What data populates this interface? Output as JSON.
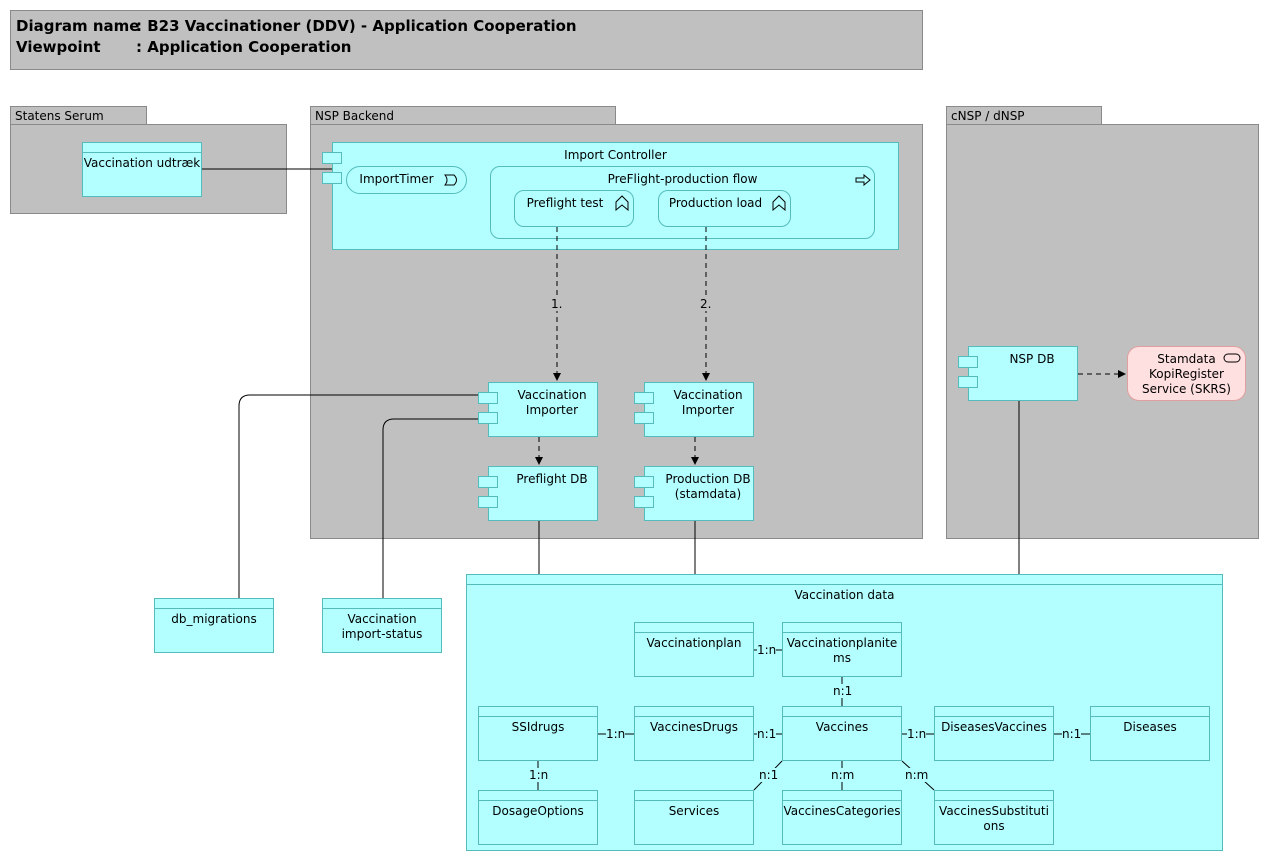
{
  "header": {
    "diagram_name_key": "Diagram name",
    "diagram_name_value": ": B23 Vaccinationer (DDV) - Application Cooperation",
    "viewpoint_key": "Viewpoint",
    "viewpoint_value": ": Application Cooperation"
  },
  "groups": {
    "ssi": "Statens Serum Institut",
    "nsp": "NSP Backend",
    "cnsp": "cNSP / dNSP"
  },
  "nodes": {
    "vaccination_udtraek": "Vaccination udtræk",
    "import_controller": "Import Controller",
    "import_timer": "ImportTimer",
    "preflight_flow": "PreFlight-production flow",
    "preflight_test": "Preflight test",
    "production_load": "Production load",
    "importer1": "Vaccination Importer",
    "importer2": "Vaccination Importer",
    "preflight_db": "Preflight DB",
    "production_db": "Production DB (stamdata)",
    "nsp_db": "NSP DB",
    "skrs": "Stamdata KopiRegister Service (SKRS)",
    "db_migrations": "db_migrations",
    "import_status": "Vaccination import-status",
    "vaccination_data": "Vaccination data",
    "vaccinationplan": "Vaccinationplan",
    "vaccinationplanitems": "Vaccinationplanitems",
    "ssidrugs": "SSIdrugs",
    "vaccinesdrugs": "VaccinesDrugs",
    "vaccines": "Vaccines",
    "diseasesvaccines": "DiseasesVaccines",
    "diseases": "Diseases",
    "dosageoptions": "DosageOptions",
    "services": "Services",
    "vaccinescategories": "VaccinesCategories",
    "vaccinessubstitutions": "VaccinesSubstitutions"
  },
  "labels": {
    "step1": "1.",
    "step2": "2.",
    "plan_items": "1:n",
    "items_vaccines": "n:1",
    "ssi_vd": "1:n",
    "vd_vaccines": "n:1",
    "vaccines_dv": "1:n",
    "dv_diseases": "n:1",
    "ssi_dosage": "1:n",
    "vaccines_services": "n:1",
    "vaccines_categories": "n:m",
    "vaccines_subst": "n:m"
  },
  "colors": {
    "group_fill": "#c0c0c0",
    "app_fill": "#b3ffff",
    "app_border": "#55bbbb",
    "service_fill": "#ffe0e0"
  }
}
